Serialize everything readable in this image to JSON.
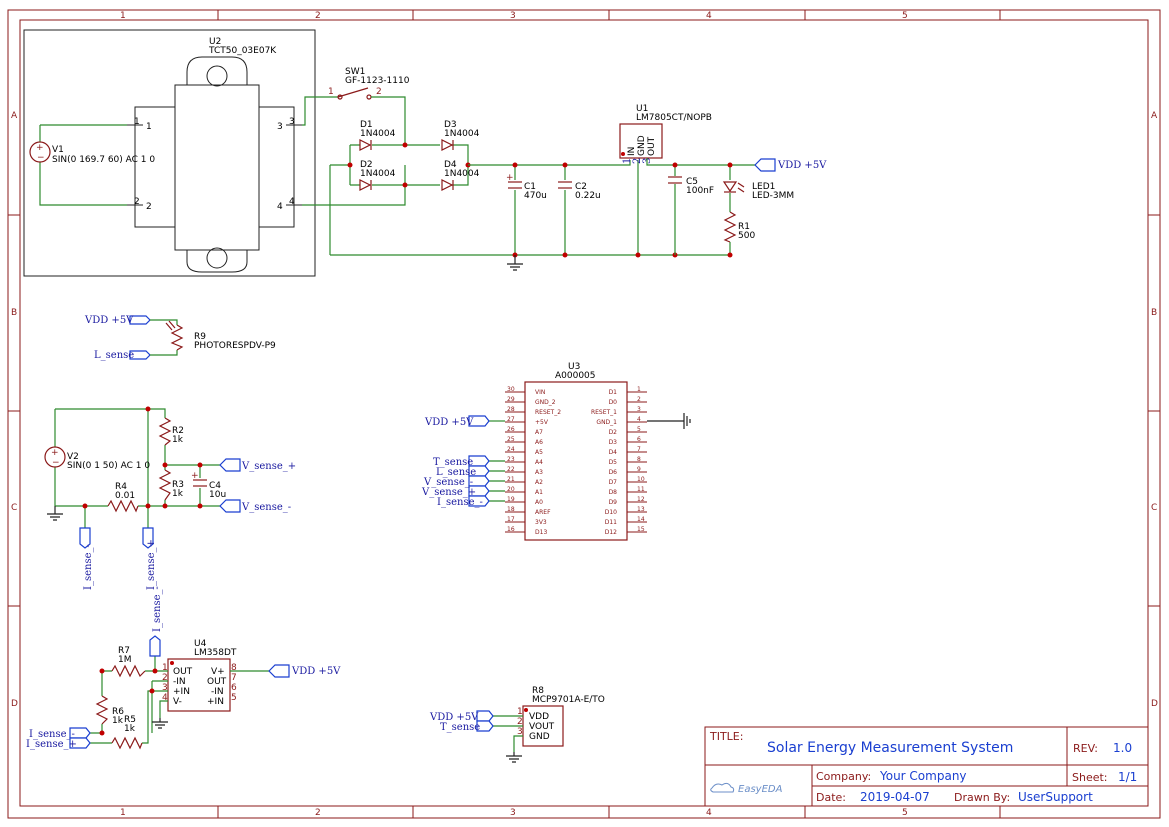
{
  "zones": {
    "columns": [
      "1",
      "2",
      "3",
      "4",
      "5"
    ],
    "rows": [
      "A",
      "B",
      "C",
      "D"
    ]
  },
  "transformer": {
    "ref": "U2",
    "value": "TCT50_03E07K",
    "pins": [
      "1",
      "2",
      "3",
      "4"
    ]
  },
  "source_v1": {
    "ref": "V1",
    "value": "SIN(0 169.7 60) AC 1 0"
  },
  "switch": {
    "ref": "SW1",
    "value": "GF-1123-1110",
    "pin1": "1",
    "pin2": "2"
  },
  "diodes": [
    {
      "ref": "D1",
      "value": "1N4004"
    },
    {
      "ref": "D2",
      "value": "1N4004"
    },
    {
      "ref": "D3",
      "value": "1N4004"
    },
    {
      "ref": "D4",
      "value": "1N4004"
    }
  ],
  "c1": {
    "ref": "C1",
    "value": "470u"
  },
  "c2": {
    "ref": "C2",
    "value": "0.22u"
  },
  "regulator": {
    "ref": "U1",
    "value": "LM7805CT/NOPB",
    "pins": [
      "IN",
      "GND",
      "OUT"
    ],
    "pin_nums": [
      "1",
      "2",
      "3"
    ]
  },
  "c5": {
    "ref": "C5",
    "value": "100nF"
  },
  "led": {
    "ref": "LED1",
    "value": "LED-3MM"
  },
  "r1": {
    "ref": "R1",
    "value": "500"
  },
  "r9": {
    "ref": "R9",
    "value": "PHOTORESPDV-P9"
  },
  "source_v2": {
    "ref": "V2",
    "value": "SIN(0 1 50) AC 1 0"
  },
  "r2": {
    "ref": "R2",
    "value": "1k"
  },
  "r3": {
    "ref": "R3",
    "value": "1k"
  },
  "r4": {
    "ref": "R4",
    "value": "0.01"
  },
  "c4": {
    "ref": "C4",
    "value": "10u"
  },
  "mcu": {
    "ref": "U3",
    "value": "A000005",
    "left_pins": [
      {
        "num": "30",
        "name": "VIN"
      },
      {
        "num": "29",
        "name": "GND_2"
      },
      {
        "num": "28",
        "name": "RESET_2"
      },
      {
        "num": "27",
        "name": "+5V"
      },
      {
        "num": "26",
        "name": "A7"
      },
      {
        "num": "25",
        "name": "A6"
      },
      {
        "num": "24",
        "name": "A5"
      },
      {
        "num": "23",
        "name": "A4"
      },
      {
        "num": "22",
        "name": "A3"
      },
      {
        "num": "21",
        "name": "A2"
      },
      {
        "num": "20",
        "name": "A1"
      },
      {
        "num": "19",
        "name": "A0"
      },
      {
        "num": "18",
        "name": "AREF"
      },
      {
        "num": "17",
        "name": "3V3"
      },
      {
        "num": "16",
        "name": "D13"
      }
    ],
    "right_pins": [
      {
        "num": "1",
        "name": "D1"
      },
      {
        "num": "2",
        "name": "D0"
      },
      {
        "num": "3",
        "name": "RESET_1"
      },
      {
        "num": "4",
        "name": "GND_1"
      },
      {
        "num": "5",
        "name": "D2"
      },
      {
        "num": "6",
        "name": "D3"
      },
      {
        "num": "7",
        "name": "D4"
      },
      {
        "num": "8",
        "name": "D5"
      },
      {
        "num": "9",
        "name": "D6"
      },
      {
        "num": "10",
        "name": "D7"
      },
      {
        "num": "11",
        "name": "D8"
      },
      {
        "num": "12",
        "name": "D9"
      },
      {
        "num": "13",
        "name": "D10"
      },
      {
        "num": "14",
        "name": "D11"
      },
      {
        "num": "15",
        "name": "D12"
      }
    ]
  },
  "opamp": {
    "ref": "U4",
    "value": "LM358DT",
    "left_pins": [
      {
        "num": "1",
        "name": "OUT"
      },
      {
        "num": "2",
        "name": "-IN"
      },
      {
        "num": "3",
        "name": "+IN"
      },
      {
        "num": "4",
        "name": "V-"
      }
    ],
    "right_pins": [
      {
        "num": "8",
        "name": "V+"
      },
      {
        "num": "7",
        "name": "OUT"
      },
      {
        "num": "6",
        "name": "-IN"
      },
      {
        "num": "5",
        "name": "+IN"
      }
    ]
  },
  "r5": {
    "ref": "R5",
    "value": "1k"
  },
  "r6": {
    "ref": "R6",
    "value": "1k"
  },
  "r7": {
    "ref": "R7",
    "value": "1M"
  },
  "temp_sensor": {
    "ref": "R8",
    "value": "MCP9701A-E/TO",
    "pins": [
      {
        "num": "1",
        "name": "VDD"
      },
      {
        "num": "2",
        "name": "VOUT"
      },
      {
        "num": "3",
        "name": "GND"
      }
    ]
  },
  "nets": {
    "vdd": "VDD +5V",
    "l_sense": "L_sense",
    "v_sense_p": "V_sense_+",
    "v_sense_n": "V_sense_-",
    "i_sense_n": "I_sense_-",
    "i_sense_p": "I_sense_+",
    "t_sense": "T_sense"
  },
  "title_block": {
    "title_label": "TITLE:",
    "title": "Solar Energy Measurement System",
    "rev_label": "REV:",
    "rev": "1.0",
    "company_label": "Company:",
    "company": "Your Company",
    "sheet_label": "Sheet:",
    "sheet": "1/1",
    "date_label": "Date:",
    "date": "2019-04-07",
    "drawn_label": "Drawn By:",
    "drawn_by": "UserSupport",
    "logo": "EasyEDA"
  },
  "colors": {
    "frame": "#8b1a1a",
    "wire": "#2e8b2e",
    "net": "#1a3fd0",
    "junction": "#c00000"
  }
}
